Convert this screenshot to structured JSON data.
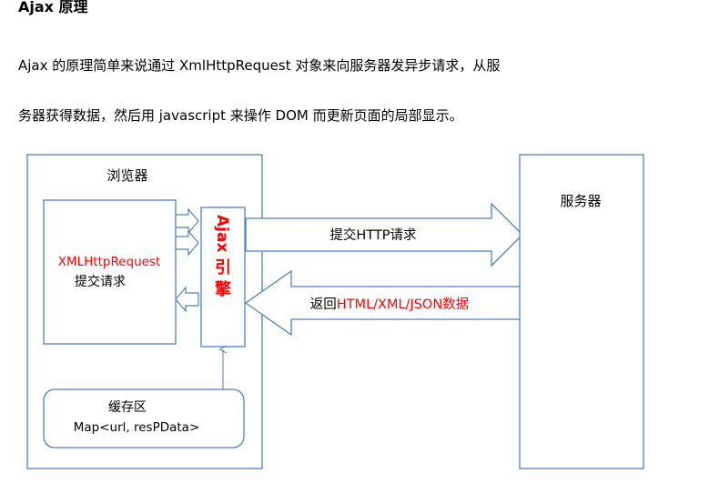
{
  "heading": "Ajax 原理",
  "paragraph": {
    "line1": "Ajax 的原理简单来说通过 XmlHttpRequest 对象来向服务器发异步请求，从服",
    "line2": "务器获得数据，然后用 javascript 来操作 DOM 而更新页面的局部显示。"
  },
  "diagram": {
    "browser_label": "浏览器",
    "server_label": "服务器",
    "xhr_label": "XMLHttpRequest",
    "xhr_sublabel": "提交请求",
    "engine_label": "Ajax引擎",
    "cache_label": "缓存区",
    "cache_sublabel": "Map<url, resPData>",
    "request_arrow": "提交HTTP请求",
    "response_prefix": "返回",
    "response_highlight": "HTML/XML/JSON数据"
  },
  "colors": {
    "stroke": "#4f81bd",
    "highlight": "#ff0000",
    "text": "#000000"
  }
}
